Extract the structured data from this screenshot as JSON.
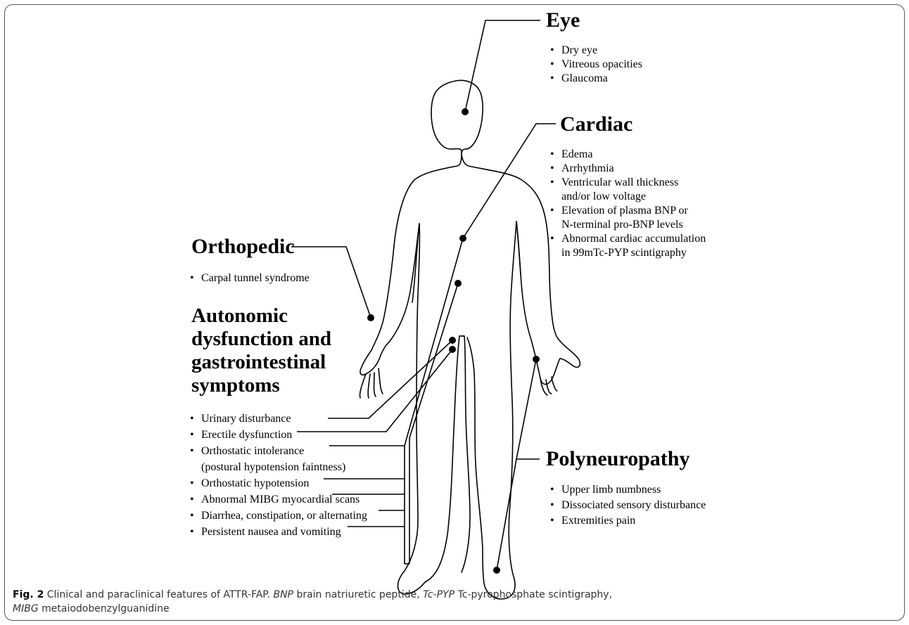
{
  "sections": {
    "eye": {
      "heading": "Eye",
      "items": [
        "Dry eye",
        "Vitreous opacities",
        "Glaucoma"
      ]
    },
    "cardiac": {
      "heading": "Cardiac",
      "items": [
        "Edema",
        "Arrhythmia",
        "Ventricular wall thickness",
        "and/or low voltage",
        "Elevation of plasma BNP or",
        "N-terminal pro-BNP levels",
        "Abnormal cardiac accumulation",
        "in 99mTc-PYP scintigraphy"
      ]
    },
    "orthopedic": {
      "heading": "Orthopedic",
      "items": [
        "Carpal tunnel syndrome"
      ]
    },
    "autonomic": {
      "heading": "Autonomic dysfunction and gastrointestinal symptoms",
      "items": [
        "Urinary disturbance",
        "Erectile dysfunction",
        "Orthostatic intolerance",
        "(postural hypotension faintness)",
        "Orthostatic hypotension",
        "Abnormal MIBG myocardial scans",
        "Diarrhea, constipation, or alternating",
        "Persistent nausea and vomiting"
      ]
    },
    "polyneuropathy": {
      "heading": "Polyneuropathy",
      "items": [
        "Upper limb numbness",
        "Dissociated sensory disturbance",
        "Extremities pain"
      ]
    }
  },
  "caption": {
    "fig_label": "Fig. 2",
    "text": " Clinical and paraclinical features of ATTR-FAP. ",
    "abbr1": "BNP",
    "def1": " brain natriuretic peptide, ",
    "abbr2": "Tc-PYP",
    "def2": " Tc-pyrophosphate scintigraphy,",
    "abbr3": "MIBG",
    "def3": " metaiodobenzylguanidine"
  }
}
